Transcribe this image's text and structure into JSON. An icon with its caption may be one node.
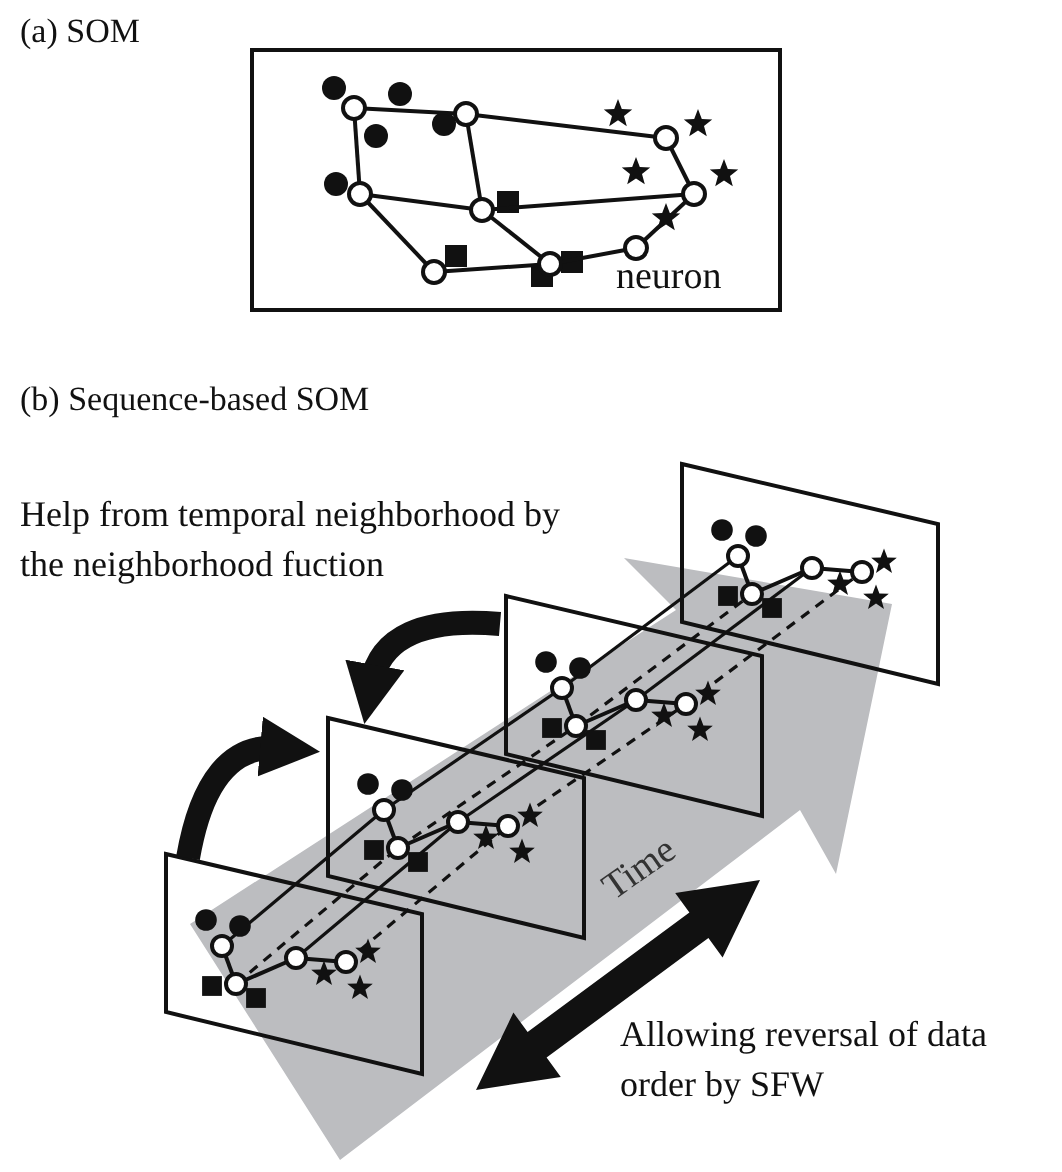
{
  "diagram": {
    "nodes": [
      {
        "text": [],
        "shape": "box"
      },
      {
        "text": [],
        "shape": "box"
      },
      {
        "text": [],
        "shape": "box"
      },
      {
        "text": [],
        "shape": "box"
      }
    ],
    "edges": [
      {
        "from": 0,
        "to": 1,
        "arrow": "to"
      },
      {
        "from": 2,
        "to": 1,
        "arrow": "to"
      }
    ],
    "labels": [
      "(a) SOM",
      "neuron",
      "(b) Sequence-based SOM",
      "Help from temporal neighborhood by the neighborhood fuction",
      "Time",
      "Allowing reversal of data order by SFW"
    ]
  }
}
